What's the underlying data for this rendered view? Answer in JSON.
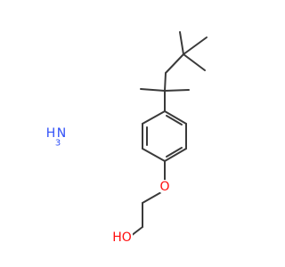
{
  "colors": {
    "bond": "#3a3a3a",
    "nitrogen": "#3050F8",
    "oxygen": "#FF0D0D"
  },
  "labels": {
    "ammonia": {
      "h": "H",
      "n": "N",
      "sub": "3"
    },
    "ether_oxygen": "O",
    "hydroxyl": "HO"
  }
}
